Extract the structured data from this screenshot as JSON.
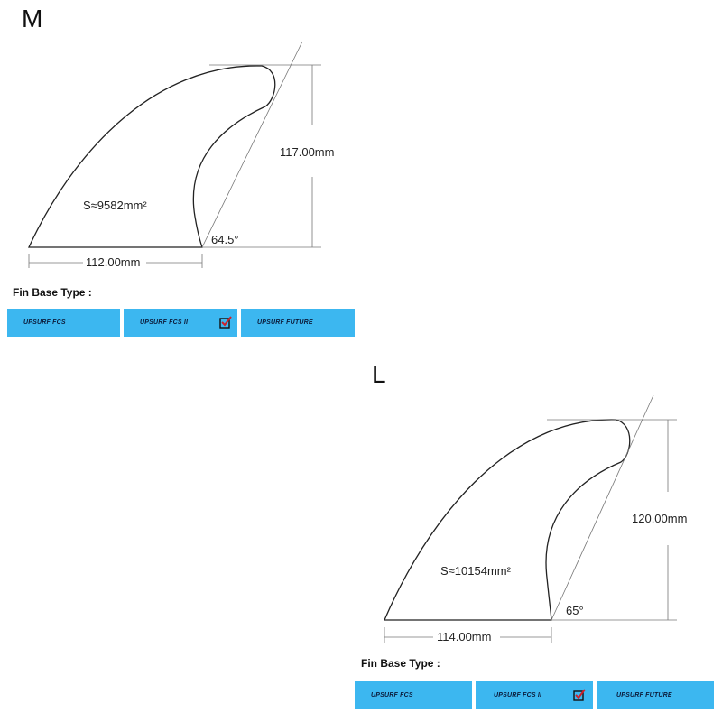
{
  "fins": [
    {
      "size_label": "M",
      "height": "117.00mm",
      "base": "112.00mm",
      "angle": "64.5°",
      "area": "S≈9582mm²",
      "base_type_label": "Fin Base Type :",
      "base_options": [
        {
          "label": "UPSURF FCS",
          "selected": false
        },
        {
          "label": "UPSURF FCS II",
          "selected": true
        },
        {
          "label": "UPSURF FUTURE",
          "selected": false
        }
      ]
    },
    {
      "size_label": "L",
      "height": "120.00mm",
      "base": "114.00mm",
      "angle": "65°",
      "area": "S≈10154mm²",
      "base_type_label": "Fin Base Type :",
      "base_options": [
        {
          "label": "UPSURF FCS",
          "selected": false
        },
        {
          "label": "UPSURF FCS II",
          "selected": true
        },
        {
          "label": "UPSURF FUTURE",
          "selected": false
        }
      ]
    }
  ],
  "colors": {
    "button_bg": "#3cb7f0",
    "button_text": "#0b1b3a",
    "check_mark": "#d0202a"
  }
}
